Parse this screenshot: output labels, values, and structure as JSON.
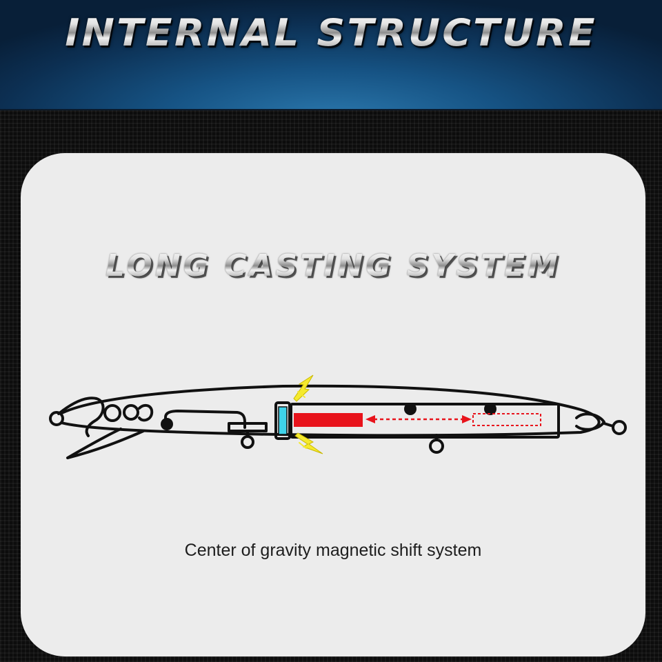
{
  "header": {
    "title": "INTERNAL STRUCTURE"
  },
  "panel": {
    "title": "LONG CASTING SYSTEM",
    "caption": "Center of gravity magnetic shift system"
  },
  "diagram": {
    "subject": "fishing lure (minnow) internal structure",
    "components": [
      "line-tie-eye",
      "diving-lip",
      "eye-socket",
      "front-weight-chamber",
      "belly-hook-hanger",
      "magnet-block",
      "sliding-weight",
      "shift-direction-arrow",
      "weight-end-position",
      "rear-hook-hanger",
      "tail-hook-eye",
      "magnetic-spark"
    ],
    "colors": {
      "outline": "#111111",
      "magnet": "#3fd3ea",
      "weight": "#e8131b",
      "arrow": "#e8131b",
      "spark": "#f5ea2e",
      "panel": "#ececec",
      "header": "#165384"
    }
  }
}
